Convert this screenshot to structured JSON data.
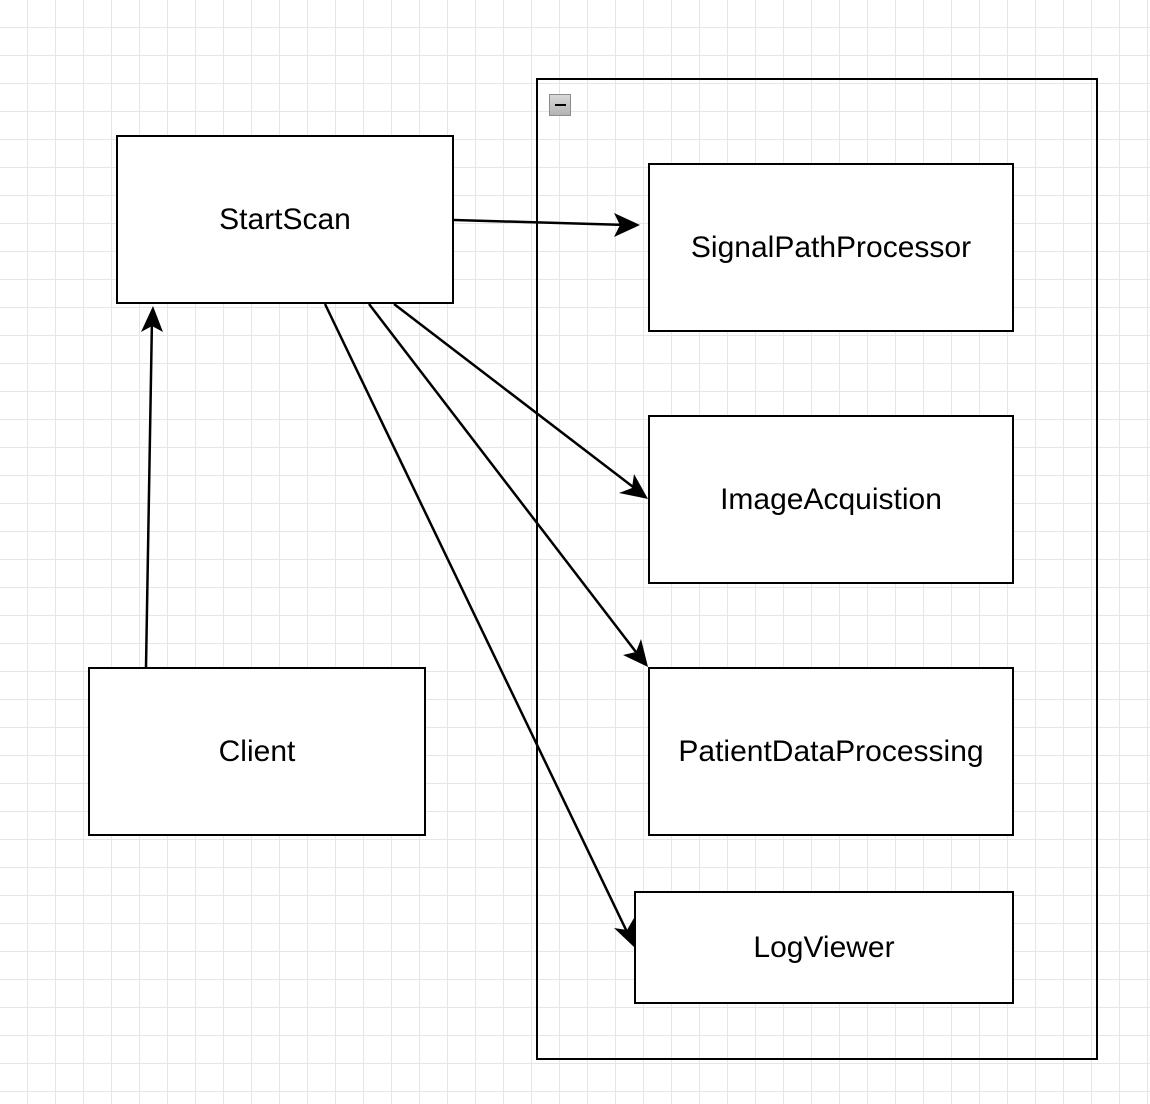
{
  "diagram": {
    "nodes": {
      "startscan": "StartScan",
      "client": "Client",
      "signalpath": "SignalPathProcessor",
      "imageacq": "ImageAcquistion",
      "patientdata": "PatientDataProcessing",
      "logviewer": "LogViewer"
    },
    "container": {
      "toggle_icon": "minus-icon"
    },
    "edges": [
      {
        "from": "client",
        "to": "startscan"
      },
      {
        "from": "startscan",
        "to": "signalpath"
      },
      {
        "from": "startscan",
        "to": "imageacq"
      },
      {
        "from": "startscan",
        "to": "patientdata"
      },
      {
        "from": "startscan",
        "to": "logviewer"
      }
    ],
    "colors": {
      "stroke": "#000000",
      "grid": "#e6e6e6",
      "background": "#ffffff"
    }
  }
}
